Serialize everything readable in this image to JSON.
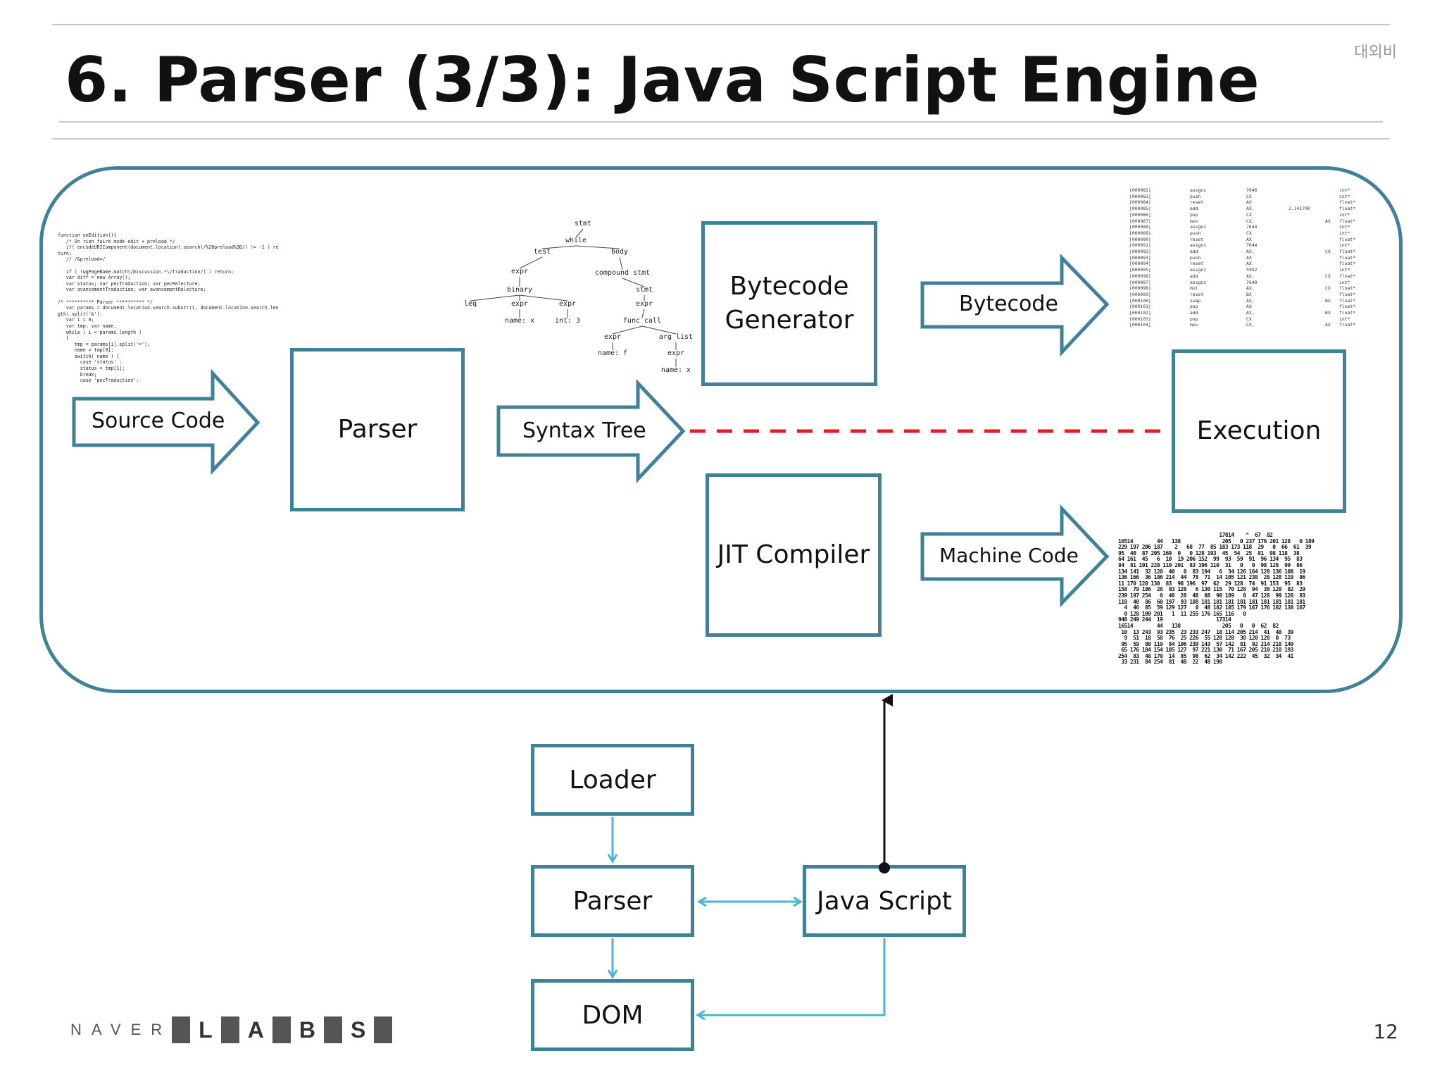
{
  "title": "6. Parser (3/3): Java Script Engine",
  "classification": "대외비",
  "page_number": "12",
  "logo": {
    "brand": "NAVER",
    "letters": [
      "L",
      "A",
      "B",
      "S"
    ]
  },
  "engine": {
    "source_arrow": "Source Code",
    "parser": "Parser",
    "syntax_arrow": "Syntax Tree",
    "bytecode_gen_line1": "Bytecode",
    "bytecode_gen_line2": "Generator",
    "bytecode_arrow": "Bytecode",
    "jit": "JIT Compiler",
    "machine_arrow": "Machine Code",
    "execution": "Execution"
  },
  "pipeline": {
    "loader": "Loader",
    "parser": "Parser",
    "dom": "DOM",
    "javascript": "Java Script"
  },
  "colors": {
    "box_border": "#3f8199",
    "flow_arrow": "#4ab3d8",
    "dashed": "#e02020"
  },
  "source_code_lines": [
    "function onEdition(){",
    "   /* On rien faire mode edit + preload */",
    "   if( encodeURIComponent(document.location).search(/%26preload%3D/) != -1 ) re",
    "turn;",
    "   // /&preload=/",
    "",
    "   if ( !wgPageName.match(/Discussion.*\\/Traduction/) ) return;",
    "   var diff = new Array();",
    "   var status; var pecTraduction; var pecRelecture;",
    "   var avancementTraduction; var avancementRelecture;",
    "",
    "/* ********** Parser ********** */",
    "   var params = document.location.search.substr(1, document.location.search.len",
    "gth).split('&');",
    "   var i = 0;",
    "   var tmp; var name;",
    "   while ( i < params.length )",
    "   {",
    "      tmp = params[i].split('=');",
    "      name = tmp[0];",
    "      switch( name ) {",
    "        case 'status' :",
    "        status = tmp[1];",
    "        break;",
    "        case 'pecTraduction':"
  ],
  "syntax_tree_nodes": [
    "stmt",
    "while",
    "test",
    "body",
    "expr",
    "compound stmt",
    "binary",
    "stmt",
    "leq",
    "expr",
    "expr",
    "expr",
    "name: x",
    "int: 3",
    "func call",
    "expr",
    "arg list",
    "name: f",
    "expr",
    "name: x"
  ],
  "bytecode_listing": [
    [
      "[000082]",
      "assgnz",
      "7646",
      "",
      "",
      "int*"
    ],
    [
      "[000083]",
      "push",
      "CX",
      "",
      "",
      "int*"
    ],
    [
      "[000084]",
      "reset",
      "AX",
      "",
      "",
      "float*"
    ],
    [
      "[000085]",
      "add",
      "AX,",
      "3.141700",
      "",
      "float*"
    ],
    [
      "[000086]",
      "pop",
      "CX",
      "",
      "",
      "int*"
    ],
    [
      "[000087]",
      "mov",
      "CX,",
      "",
      "AX",
      "float*"
    ],
    [
      "[000088]",
      "assgnz",
      "7644",
      "",
      "",
      "int*"
    ],
    [
      "[000089]",
      "push",
      "CX",
      "",
      "",
      "int*"
    ],
    [
      "[000090]",
      "reset",
      "AX",
      "",
      "",
      "float*"
    ],
    [
      "[000091]",
      "assgnz",
      "7644",
      "",
      "",
      "int*"
    ],
    [
      "[000092]",
      "add",
      "AX,",
      "",
      "CX",
      "float*"
    ],
    [
      "[000093]",
      "push",
      "AX",
      "",
      "",
      "float*"
    ],
    [
      "[000094]",
      "reset",
      "AX",
      "",
      "",
      "float*"
    ],
    [
      "[000095]",
      "assgnz",
      "5992",
      "",
      "",
      "int*"
    ],
    [
      "[000096]",
      "add",
      "AX,",
      "",
      "CX",
      "float*"
    ],
    [
      "[000097]",
      "assgnz",
      "7648",
      "",
      "",
      "int*"
    ],
    [
      "[000098]",
      "mul",
      "AX,",
      "",
      "CX",
      "float*"
    ],
    [
      "[000099]",
      "reset",
      "BX",
      "",
      "",
      "float*"
    ],
    [
      "[000100]",
      "swap",
      "AX,",
      "",
      "BX",
      "float*"
    ],
    [
      "[000101]",
      "pop",
      "AX",
      "",
      "",
      "float*"
    ],
    [
      "[000102]",
      "add",
      "AX,",
      "",
      "BX",
      "float*"
    ],
    [
      "[000103]",
      "pop",
      "CX",
      "",
      "",
      "int*"
    ],
    [
      "[000104]",
      "mov",
      "CX,",
      "",
      "AX",
      "float*"
    ]
  ],
  "machine_code_lines": [
    "                                  17814    ^  67  82",
    "16514        44   138              205   0 237 176 201 128   0 189",
    "229 197 206 187    2   68  77  85 183 173 118  29   0  66  61  39",
    "95  40  87 205 169  0   0 128 193  45  54  25  81  98 118  38",
    "64 161  45   6  10  19 206 152  99  93  59  91  96 134  95  83",
    "84  81 191 228 110 201  83 196 110  31   0   0  98 128  99  86",
    "134 141  32 120  40   0  83 194   6  34 126 164 128 136 108  19",
    "136 166  36 186 214  44  78  71  14 105 121 238  28 128 119  86",
    "11 170 120 130  83  98 196  97  62  29 128  74  91 153  95  83",
    "158  79 186  28  93 128   6 130 115  70 128  94  38 120  82  29",
    "239 197 254   0  48  28  48  88  98 189   0  47 128  99 128  83",
    "118  40  86  60 197  93 188 181 181 181 181 181 181 181 181 181",
    "  4  46  85  59 129 127   0  48 182 185 179 167 176 182 138 167",
    "  0 128 109 201   1  11 255 176 165 116   0",
    "948 249 244  19                  17314",
    "16514        44   138              205   0   0  62  82",
    " 10  13 243  93 235  23 233 247  18 114 205 214  41  48  39",
    "  9  51  18  58  76  25 226  55 128 128  38 120 128  0  73",
    " 95  59  80 119  84 106 239 143  57 142  81  92 214 218 149",
    " 65 176 184 154 105 127  97 221 130  71 167 205 210 218 193",
    "254  83  48 170  14  85  98  62  34 142 222  45  32  34  41",
    " 33 231  84 254  81  48  22  48 198                        "
  ]
}
